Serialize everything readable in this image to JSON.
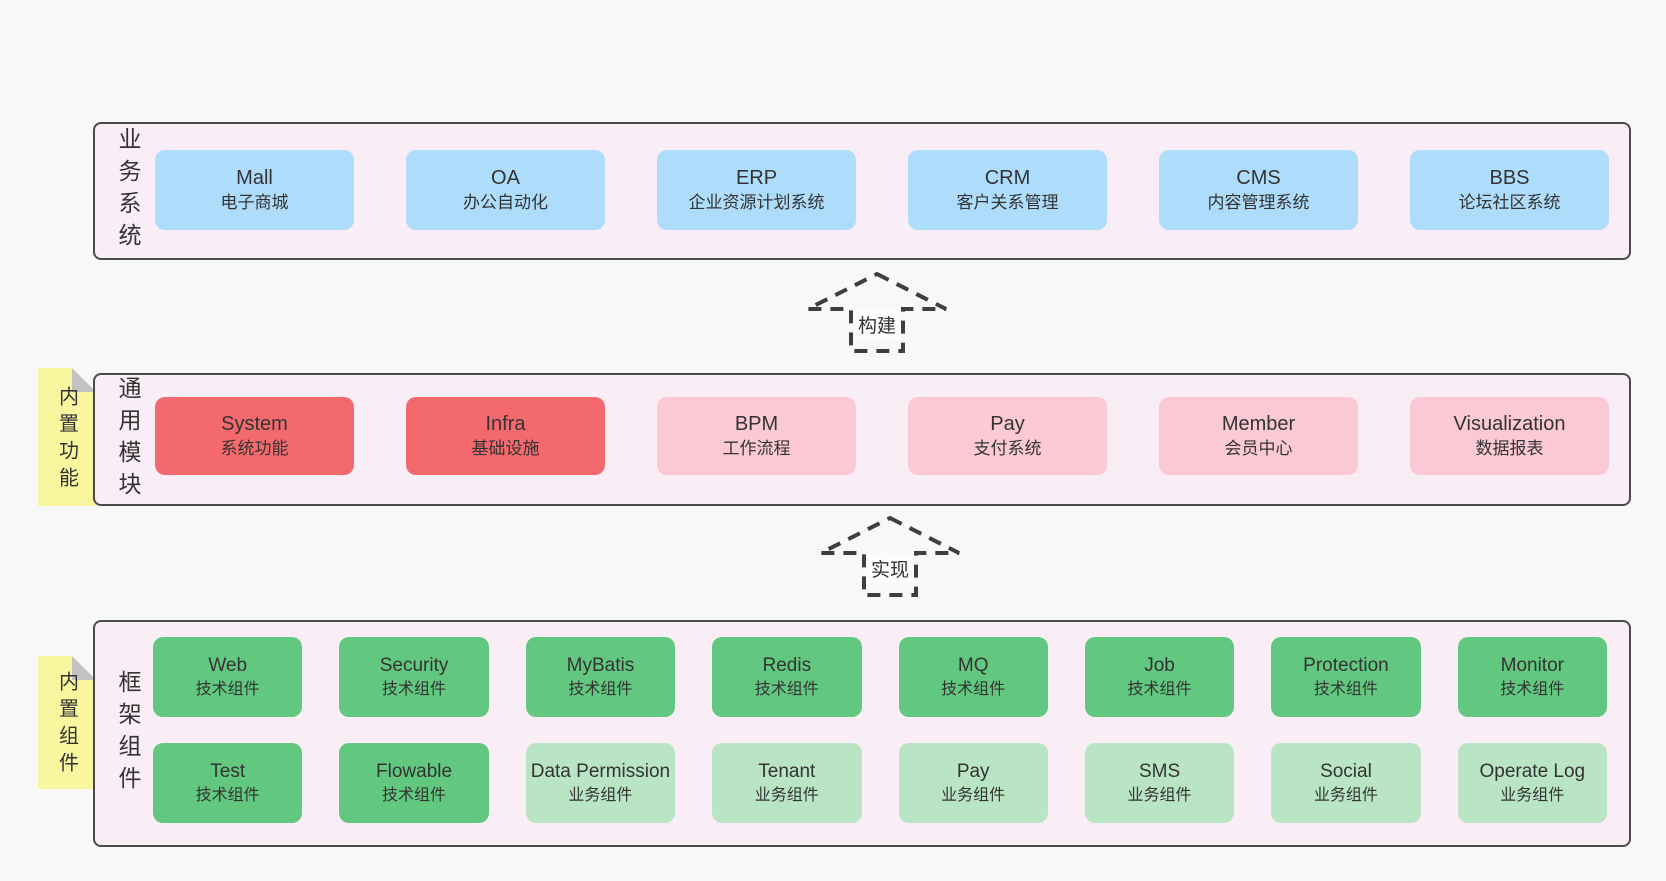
{
  "diagram": {
    "type": "architecture-diagram",
    "language": "zh-CN"
  },
  "layers": [
    {
      "label": "业务系统",
      "boxes": [
        {
          "name": "Mall",
          "desc": "电子商城"
        },
        {
          "name": "OA",
          "desc": "办公自动化"
        },
        {
          "name": "ERP",
          "desc": "企业资源计划系统"
        },
        {
          "name": "CRM",
          "desc": "客户关系管理"
        },
        {
          "name": "CMS",
          "desc": "内容管理系统"
        },
        {
          "name": "BBS",
          "desc": "论坛社区系统"
        }
      ]
    },
    {
      "label": "通用模块",
      "note": "内置功能",
      "boxes": [
        {
          "name": "System",
          "desc": "系统功能"
        },
        {
          "name": "Infra",
          "desc": "基础设施"
        },
        {
          "name": "BPM",
          "desc": "工作流程"
        },
        {
          "name": "Pay",
          "desc": "支付系统"
        },
        {
          "name": "Member",
          "desc": "会员中心"
        },
        {
          "name": "Visualization",
          "desc": "数据报表"
        }
      ]
    },
    {
      "label": "框架组件",
      "note": "内置组件",
      "row1": [
        {
          "name": "Web",
          "desc": "技术组件"
        },
        {
          "name": "Security",
          "desc": "技术组件"
        },
        {
          "name": "MyBatis",
          "desc": "技术组件"
        },
        {
          "name": "Redis",
          "desc": "技术组件"
        },
        {
          "name": "MQ",
          "desc": "技术组件"
        },
        {
          "name": "Job",
          "desc": "技术组件"
        },
        {
          "name": "Protection",
          "desc": "技术组件"
        },
        {
          "name": "Monitor",
          "desc": "技术组件"
        }
      ],
      "row2": [
        {
          "name": "Test",
          "desc": "技术组件"
        },
        {
          "name": "Flowable",
          "desc": "技术组件"
        },
        {
          "name": "Data Permission",
          "desc": "业务组件"
        },
        {
          "name": "Tenant",
          "desc": "业务组件"
        },
        {
          "name": "Pay",
          "desc": "业务组件"
        },
        {
          "name": "SMS",
          "desc": "业务组件"
        },
        {
          "name": "Social",
          "desc": "业务组件"
        },
        {
          "name": "Operate Log",
          "desc": "业务组件"
        }
      ]
    }
  ],
  "arrows": [
    {
      "label": "构建"
    },
    {
      "label": "实现"
    }
  ],
  "colors": {
    "page_bg": "#f8f8f8",
    "layer_bg": "#f9edf6",
    "layer_border": "#4a4a4a",
    "box_blue": "#aeddfb",
    "box_red": "#f4696d",
    "box_pink": "#fbc9d5",
    "box_green": "#62c87f",
    "box_lightgreen": "#b9e5c5",
    "note_yellow": "#f8f79f",
    "note_fold_gray": "#c2c2c2",
    "arrow_stroke": "#3e3e3e",
    "text": "#333333"
  }
}
